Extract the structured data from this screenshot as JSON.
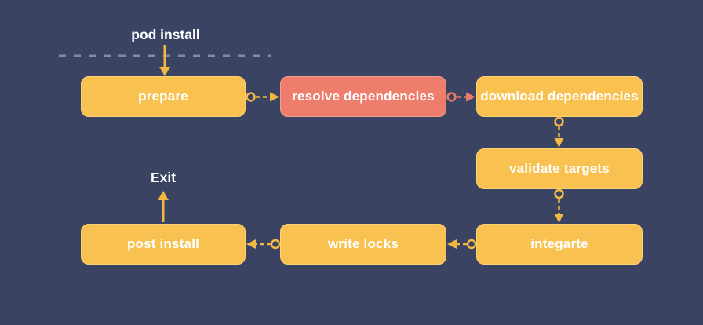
{
  "colors": {
    "background": "#3a4462",
    "node_fill": "#f8c150",
    "node_border": "#fbd175",
    "highlight_fill": "#ee7d6b",
    "highlight_border": "#f4a08c",
    "edge_yellow": "#f2b843",
    "edge_salmon": "#ec7a66",
    "rule_gray": "#858b99",
    "text": "#ffffff"
  },
  "diagram": {
    "entry_label": "pod install",
    "exit_label": "Exit",
    "nodes": [
      {
        "id": "prepare",
        "label": "prepare",
        "style": "default"
      },
      {
        "id": "resolve-dependencies",
        "label": "resolve dependencies",
        "style": "highlight"
      },
      {
        "id": "download-dependencies",
        "label": "download dependencies",
        "style": "default"
      },
      {
        "id": "validate-targets",
        "label": "validate targets",
        "style": "default"
      },
      {
        "id": "integarte",
        "label": "integarte",
        "style": "default"
      },
      {
        "id": "write-locks",
        "label": "write locks",
        "style": "default"
      },
      {
        "id": "post-install",
        "label": "post install",
        "style": "default"
      }
    ],
    "edges": [
      {
        "from": "pod install",
        "to": "prepare",
        "style": "solid-arrow",
        "color": "yellow"
      },
      {
        "from": "prepare",
        "to": "resolve dependencies",
        "style": "circle-dashed-arrow",
        "color": "yellow"
      },
      {
        "from": "resolve dependencies",
        "to": "download dependencies",
        "style": "circle-dashed-arrow",
        "color": "salmon"
      },
      {
        "from": "download dependencies",
        "to": "validate targets",
        "style": "circle-dashed-arrow",
        "color": "yellow"
      },
      {
        "from": "validate targets",
        "to": "integarte",
        "style": "circle-dashed-arrow",
        "color": "yellow"
      },
      {
        "from": "integarte",
        "to": "write locks",
        "style": "circle-dashed-arrow",
        "color": "yellow"
      },
      {
        "from": "write locks",
        "to": "post install",
        "style": "circle-dashed-arrow",
        "color": "yellow"
      },
      {
        "from": "post install",
        "to": "Exit",
        "style": "solid-arrow",
        "color": "yellow"
      }
    ]
  }
}
